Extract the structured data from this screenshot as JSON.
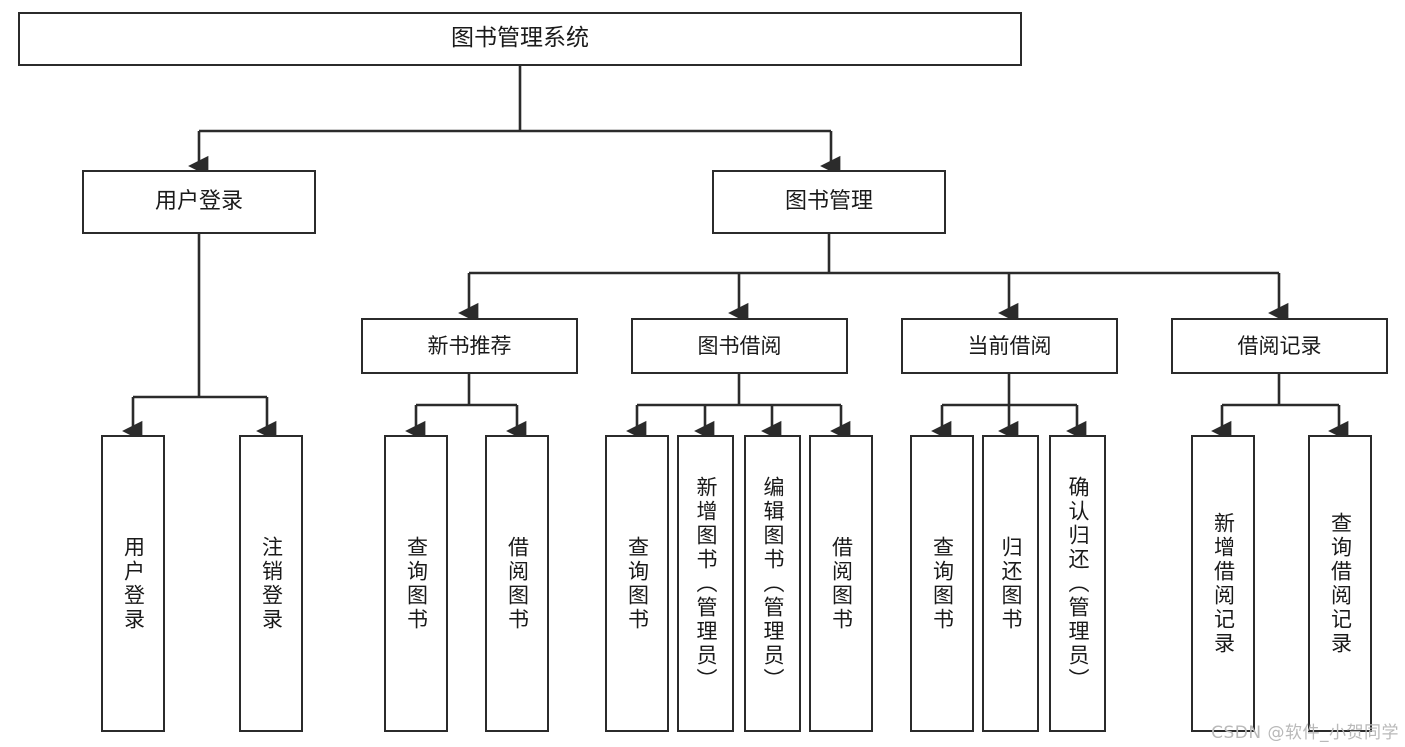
{
  "diagram": {
    "title": "图书管理系统",
    "type": "function-structure-tree",
    "root": {
      "id": "root",
      "label": "图书管理系统"
    },
    "level2": [
      {
        "id": "user-login",
        "label": "用户登录"
      },
      {
        "id": "book-manage",
        "label": "图书管理"
      }
    ],
    "level3": [
      {
        "id": "new-book-recommend",
        "label": "新书推荐",
        "parent": "book-manage"
      },
      {
        "id": "book-borrow",
        "label": "图书借阅",
        "parent": "book-manage"
      },
      {
        "id": "current-borrow",
        "label": "当前借阅",
        "parent": "book-manage"
      },
      {
        "id": "borrow-record",
        "label": "借阅记录",
        "parent": "book-manage"
      }
    ],
    "leaves": [
      {
        "id": "leaf-user-login",
        "label": "用户登录",
        "parent": "user-login"
      },
      {
        "id": "leaf-user-logout",
        "label": "注销登录",
        "parent": "user-login"
      },
      {
        "id": "leaf-query-book-1",
        "label": "查询图书",
        "parent": "new-book-recommend"
      },
      {
        "id": "leaf-borrow-book-1",
        "label": "借阅图书",
        "parent": "new-book-recommend"
      },
      {
        "id": "leaf-query-book-2",
        "label": "查询图书",
        "parent": "book-borrow"
      },
      {
        "id": "leaf-add-book",
        "label": "新增图书（管理员）",
        "parent": "book-borrow"
      },
      {
        "id": "leaf-edit-book",
        "label": "编辑图书（管理员）",
        "parent": "book-borrow"
      },
      {
        "id": "leaf-borrow-book-2",
        "label": "借阅图书",
        "parent": "book-borrow"
      },
      {
        "id": "leaf-query-book-3",
        "label": "查询图书",
        "parent": "current-borrow"
      },
      {
        "id": "leaf-return-book",
        "label": "归还图书",
        "parent": "current-borrow"
      },
      {
        "id": "leaf-confirm-return",
        "label": "确认归还（管理员）",
        "parent": "current-borrow"
      },
      {
        "id": "leaf-add-record",
        "label": "新增借阅记录",
        "parent": "borrow-record"
      },
      {
        "id": "leaf-query-record",
        "label": "查询借阅记录",
        "parent": "borrow-record"
      }
    ],
    "watermark": "CSDN @软件_小贺同学",
    "colors": {
      "stroke": "#2b2b2b",
      "fill": "#ffffff",
      "text": "#1a1a1a",
      "watermark": "#b9b9b9"
    }
  }
}
